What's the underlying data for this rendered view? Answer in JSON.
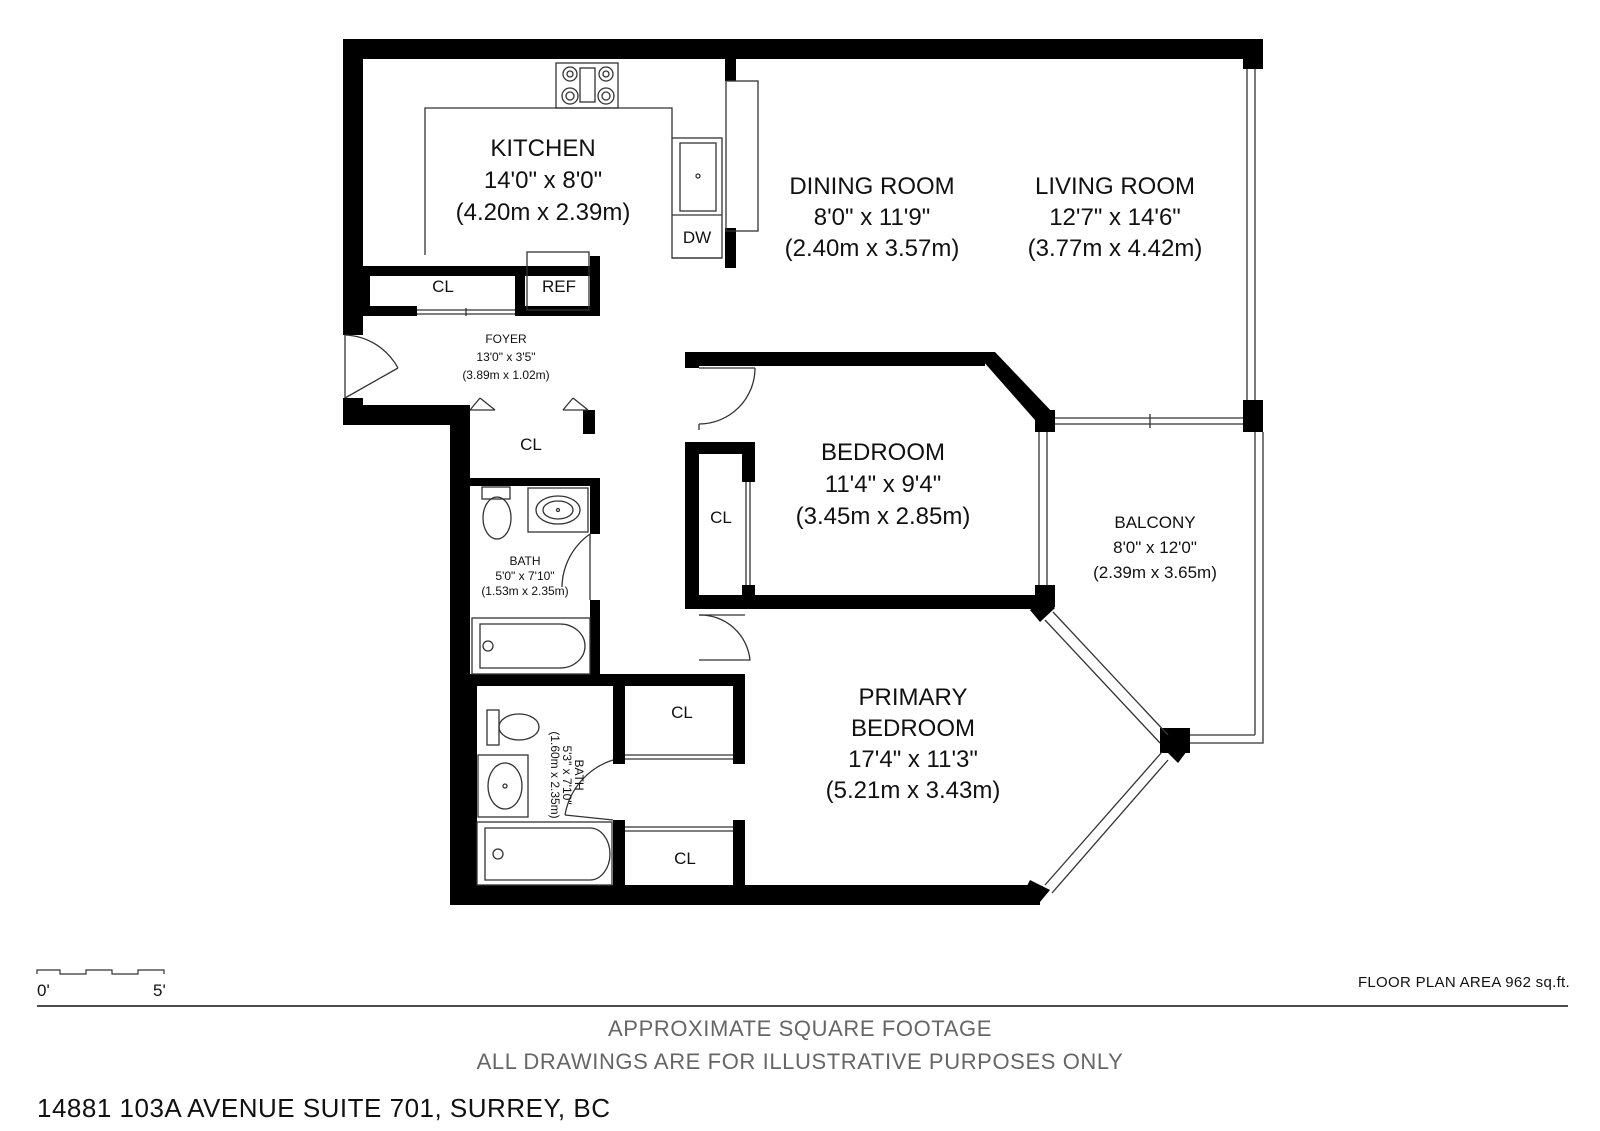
{
  "rooms": {
    "kitchen": {
      "name": "KITCHEN",
      "imperial": "14'0\" x 8'0\"",
      "metric": "(4.20m x 2.39m)"
    },
    "dining": {
      "name": "DINING ROOM",
      "imperial": "8'0\" x 11'9\"",
      "metric": "(2.40m x 3.57m)"
    },
    "living": {
      "name": "LIVING ROOM",
      "imperial": "12'7\" x 14'6\"",
      "metric": "(3.77m x 4.42m)"
    },
    "foyer": {
      "name": "FOYER",
      "imperial": "13'0\" x 3'5\"",
      "metric": "(3.89m x 1.02m)"
    },
    "bedroom": {
      "name": "BEDROOM",
      "imperial": "11'4\" x 9'4\"",
      "metric": "(3.45m x 2.85m)"
    },
    "balcony": {
      "name": "BALCONY",
      "imperial": "8'0\" x 12'0\"",
      "metric": "(2.39m x 3.65m)"
    },
    "bath1": {
      "name": "BATH",
      "imperial": "5'0\" x 7'10\"",
      "metric": "(1.53m x 2.35m)"
    },
    "bath2": {
      "name": "BATH",
      "imperial": "5'3\" x 7'10\"",
      "metric": "(1.60m x 2.35m)"
    },
    "primary": {
      "name1": "PRIMARY",
      "name2": "BEDROOM",
      "imperial": "17'4\" x 11'3\"",
      "metric": "(5.21m x 3.43m)"
    }
  },
  "fixtures": {
    "closet": "CL",
    "refrigerator": "REF",
    "dishwasher": "DW"
  },
  "scale": {
    "start": "0'",
    "end": "5'"
  },
  "area": "FLOOR PLAN AREA 962 sq.ft.",
  "notes": {
    "line1": "APPROXIMATE SQUARE FOOTAGE",
    "line2": "ALL DRAWINGS ARE FOR ILLUSTRATIVE PURPOSES ONLY"
  },
  "address": "14881 103A AVENUE SUITE 701, SURREY, BC"
}
